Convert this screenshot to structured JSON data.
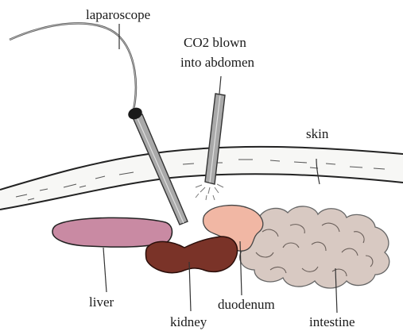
{
  "labels": {
    "laparoscope": "laparoscope",
    "co2_line1": "CO2 blown",
    "co2_line2": "into abdomen",
    "skin": "skin",
    "liver": "liver",
    "kidney": "kidney",
    "duodenum": "duodenum",
    "intestine": "intestine"
  },
  "colors": {
    "liver": "#c98aa3",
    "kidney": "#7a3328",
    "duodenum": "#f1b7a4",
    "intestine": "#d8c9c2",
    "instrument": "#a9a9a9",
    "skin_outline": "#222222"
  }
}
